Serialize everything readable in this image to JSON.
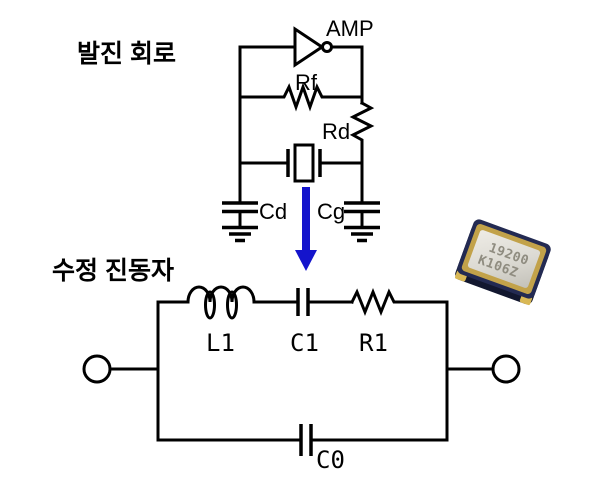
{
  "oscillation": {
    "title": "발진 회로",
    "amp": "AMP",
    "rf": "Rf",
    "rd": "Rd",
    "cd": "Cd",
    "cg": "Cg"
  },
  "resonator": {
    "title": "수정 진동자",
    "l1": "L1",
    "c1": "C1",
    "r1": "R1",
    "c0": "C0"
  },
  "chip": {
    "marking_line1": "19200",
    "marking_line2": "K106Z"
  },
  "colors": {
    "arrow_blue": "#1414cc",
    "ink": "#000000",
    "chip_base_navy": "#232a52",
    "chip_frame_gold": "#c2a24a",
    "chip_lid_silver": "#dcdad3"
  }
}
